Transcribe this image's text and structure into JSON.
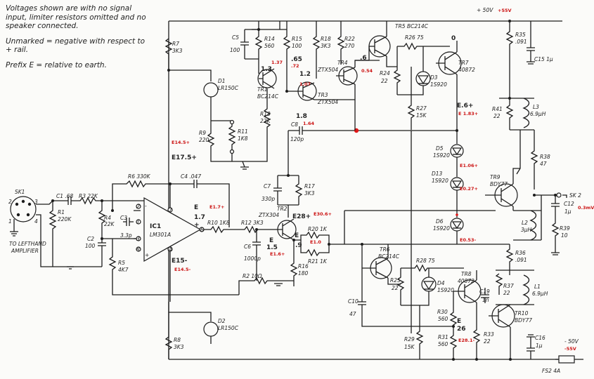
{
  "notes": {
    "n1": "Voltages shown are with no signal input, limiter resistors omitted and no speaker connected.",
    "n2": "Unmarked = negative with respect to + rail.",
    "n3": "Prefix E = relative to earth."
  },
  "rails": {
    "pos": "+ 50V",
    "pos_meas": "+55V",
    "neg": "- 50V",
    "neg_meas": "-55V"
  },
  "labels": {
    "sk1": "SK1",
    "to_left": "TO LEFTHAND",
    "amp": "AMPLIFIER",
    "c1": "C1 .68",
    "r3": "R3 22K",
    "r1a": "R1",
    "r1b": "220K",
    "r4a": "R4",
    "r4b": "22K",
    "c2a": "C2",
    "c2b": "100",
    "c3a": "C3",
    "c3b": "3.3p",
    "r5a": "R5",
    "r5b": "4K7",
    "ic1a": "IC1",
    "ic1b": "LM301A",
    "r6": "R6 330K",
    "c4": "C4 .047",
    "r10": "R10 1K8",
    "r12": "R12 3K3",
    "r7a": "R7",
    "r7b": "3K3",
    "d1a": "D1",
    "d1b": "LR150C",
    "r9a": "R9",
    "r9b": "220",
    "r11a": "R11",
    "r11b": "1K8",
    "c5a": "C5",
    "c5b": "100",
    "r14a": "R14",
    "r14b": "560",
    "r15a": "R15",
    "r15b": "100",
    "r18a": "R18",
    "r18b": "3K3",
    "r22a": "R22",
    "r22b": "270",
    "r13a": "R13",
    "r13b": "22K",
    "tr1a": "TR1",
    "tr1b": "BC214C",
    "tr3a": "TR3",
    "tr3b": "ZTX504",
    "tr4": "TR4",
    "ztx504": "ZTX504",
    "c8a": "C8",
    "c8b": "120p",
    "c7a": "C7",
    "c7b": "330p",
    "r17a": "R17",
    "r17b": "3K3",
    "tr2a": "TR2",
    "tr2b": "ZTX304",
    "c6a": "C6",
    "c6b": "1000p",
    "r20": "R20 1K",
    "r21": "R21 1K",
    "r16a": "R16",
    "r16b": "180",
    "r2": "R2 10Ω",
    "r8a": "R8",
    "r8b": "3K3",
    "d2a": "D2",
    "d2b": "LR150C",
    "tr5": "TR5 BC214C",
    "r26": "R26 75",
    "r24a": "R24",
    "r24b": "22",
    "d3a": "D3",
    "d3b": "1S920",
    "tr7a": "TR7",
    "tr7b": "40872",
    "r27a": "R27",
    "r27b": "15K",
    "r35a": "R35",
    "r35b": ".091",
    "c15": "C15 1μ",
    "r41a": "R41",
    "r41b": "22",
    "l3a": "L3",
    "l3b": "6.9μH",
    "r38a": "R38",
    "r38b": "47",
    "d5a": "D5",
    "d5b": "1S920",
    "d13a": "D13",
    "d13b": "1S920",
    "d6a": "D6",
    "d6b": "1S920",
    "tr9a": "TR9",
    "tr9b": "BDY77",
    "sk2": "SK 2",
    "c12a": "C12",
    "c12b": "1μ",
    "r39a": "R39",
    "r39b": "10",
    "l2a": "L2",
    "l2b": "3μH",
    "r36a": "R36",
    "r36b": ".091",
    "tr6a": "TR6",
    "tr6b": "BC214C",
    "r28": "R28 75",
    "r25a": "R25",
    "r25b": "22",
    "d4a": "D4",
    "d4b": "1S920",
    "tr8a": "TR8",
    "tr8b": "40872",
    "c19a": "C19",
    "c19b": "1n",
    "r37a": "R37",
    "r37b": "22",
    "l1a": "L1",
    "l1b": "6.9μH",
    "tr10a": "TR10",
    "tr10b": "BDY77",
    "c10a": "C10",
    "c10b": "47",
    "r30a": "R30",
    "r30b": "560",
    "r31a": "R31",
    "r31b": "560",
    "r29a": "R29",
    "r29b": "15K",
    "r33a": "R33",
    "r33b": "22",
    "c16a": "C16",
    "c16b": "1μ",
    "fs2": "FS2 4A"
  },
  "voltages": {
    "v_1_3": "1.3",
    "v_65": ".65",
    "v_1_2": "1.2",
    "v_6": ".6",
    "v_0": "0",
    "v_e6": "E.6+",
    "v_1_8": "1.8",
    "v_e17": "E17.5+",
    "v_e": "E",
    "v_1_7": "1.7",
    "v_plus": "+",
    "v_1_5": "1.5",
    "v_9": ".9",
    "v_e15": "E15-",
    "v_26": "26",
    "v_e2": "E"
  },
  "measured": {
    "m_1_37": "1.37",
    "m_72": ".72",
    "m_1_07": "1.07",
    "m_0_54": "0.54",
    "m_e1_83": "E 1.83+",
    "m_1_64": "1.64",
    "m_e14_5p": "E14.5+",
    "m_e1_7": "E1.7+",
    "m_e30_6": "E30.6+",
    "m_e1_6": "E1.6+",
    "m_e1_0": "E1.0",
    "m_e14_5n": "E14.5-",
    "m_e1_06": "E1.06+",
    "m_e0_27": "E0.27+",
    "m_e0_53": "E0.53-",
    "m_e28_1": "E28.1-",
    "m_0_3mv": "0.3mV"
  }
}
